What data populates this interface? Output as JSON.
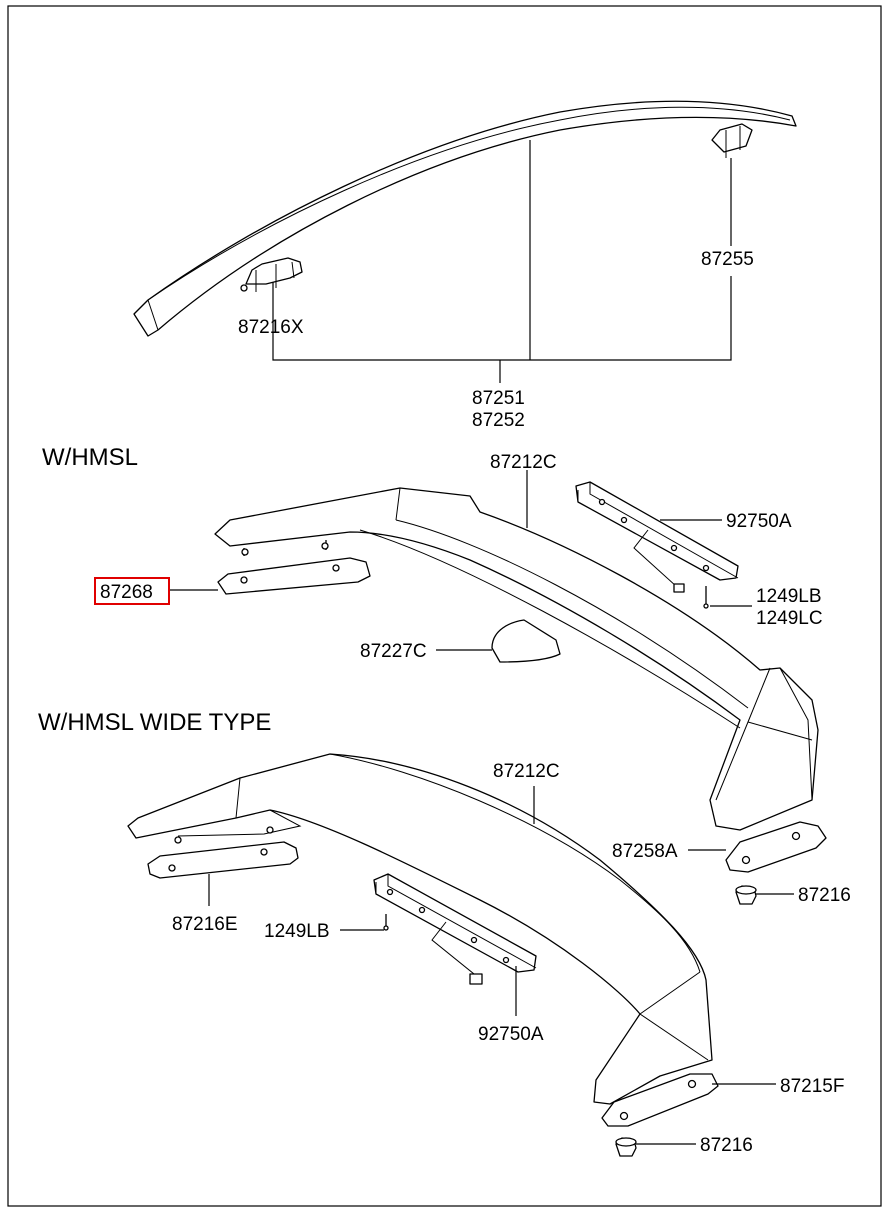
{
  "diagram": {
    "sections": {
      "hmsl": "W/HMSL",
      "hmsl_wide": "W/HMSL WIDE TYPE"
    },
    "labels": {
      "p87216x": "87216X",
      "p87255": "87255",
      "p87251": "87251",
      "p87252": "87252",
      "p87212c_a": "87212C",
      "p92750a_a": "92750A",
      "p87268": "87268",
      "p1249lb_a": "1249LB",
      "p1249lc": "1249LC",
      "p87227c": "87227C",
      "p87212c_b": "87212C",
      "p87258a": "87258A",
      "p87216_a": "87216",
      "p87216e": "87216E",
      "p1249lb_b": "1249LB",
      "p92750a_b": "92750A",
      "p87215f": "87215F",
      "p87216_b": "87216"
    },
    "highlight_color": "#e00000"
  }
}
